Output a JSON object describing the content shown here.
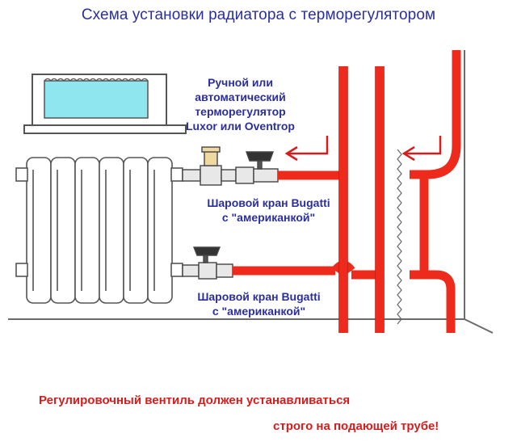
{
  "title": "Схема установки радиатора с терморегулятором",
  "labels": {
    "thermo_line1": "Ручной или",
    "thermo_line2": "автоматический",
    "thermo_line3": "терморегулятор",
    "thermo_line4": "Luxor или Oventrop",
    "valve_top_line1": "Шаровой кран Bugatti",
    "valve_top_line2": "с \"американкой\"",
    "valve_bottom_line1": "Шаровой кран Bugatti",
    "valve_bottom_line2": "с \"американкой\""
  },
  "note": {
    "line1": "Регулировочный вентиль должен устанавливаться",
    "line2": "строго на подающей трубе!"
  },
  "colors": {
    "title": "#2b2f9e",
    "labels": "#2b2f9e",
    "note": "#d81b1b",
    "pipe": "#ee2a1c",
    "window_glass": "#8fe6ee",
    "outline": "#6b6b6b"
  }
}
